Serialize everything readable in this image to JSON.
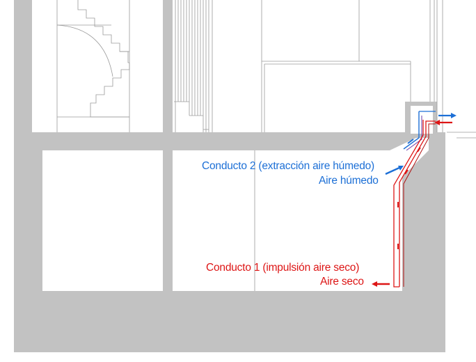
{
  "labels": {
    "duct2_title": "Conducto 2 (extracción aire húmedo)",
    "duct2_air": "Aire húmedo",
    "duct1_title": "Conducto 1 (impulsión aire seco)",
    "duct1_air": "Aire seco"
  },
  "colors": {
    "wall": "#c2c2c2",
    "line": "#9a9a9a",
    "blue": "#1c6fd6",
    "red": "#dd1515"
  }
}
